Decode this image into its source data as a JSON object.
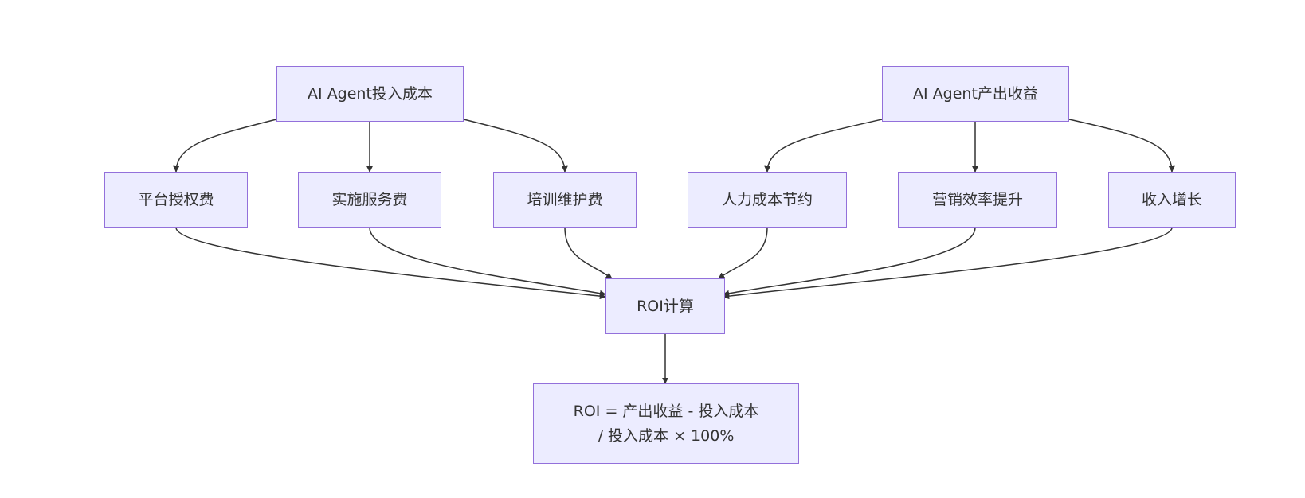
{
  "nodes": {
    "cost": "AI Agent投入成本",
    "benefit": "AI Agent产出收益",
    "platform_fee": "平台授权费",
    "implementation_fee": "实施服务费",
    "training_fee": "培训维护费",
    "labor_saving": "人力成本节约",
    "marketing_efficiency": "营销效率提升",
    "revenue_growth": "收入增长",
    "roi_calc": "ROI计算",
    "formula_line1": "ROI = 产出收益 - 投入成本",
    "formula_line2": "/ 投入成本 × 100%"
  },
  "edges": [
    {
      "from": "cost",
      "to": "platform_fee"
    },
    {
      "from": "cost",
      "to": "implementation_fee"
    },
    {
      "from": "cost",
      "to": "training_fee"
    },
    {
      "from": "benefit",
      "to": "labor_saving"
    },
    {
      "from": "benefit",
      "to": "marketing_efficiency"
    },
    {
      "from": "benefit",
      "to": "revenue_growth"
    },
    {
      "from": "platform_fee",
      "to": "roi_calc"
    },
    {
      "from": "implementation_fee",
      "to": "roi_calc"
    },
    {
      "from": "training_fee",
      "to": "roi_calc"
    },
    {
      "from": "labor_saving",
      "to": "roi_calc"
    },
    {
      "from": "marketing_efficiency",
      "to": "roi_calc"
    },
    {
      "from": "revenue_growth",
      "to": "roi_calc"
    },
    {
      "from": "roi_calc",
      "to": "formula"
    }
  ],
  "colors": {
    "node_fill": "#ececff",
    "node_border": "#9370db",
    "edge": "#333333",
    "text": "#333333"
  }
}
